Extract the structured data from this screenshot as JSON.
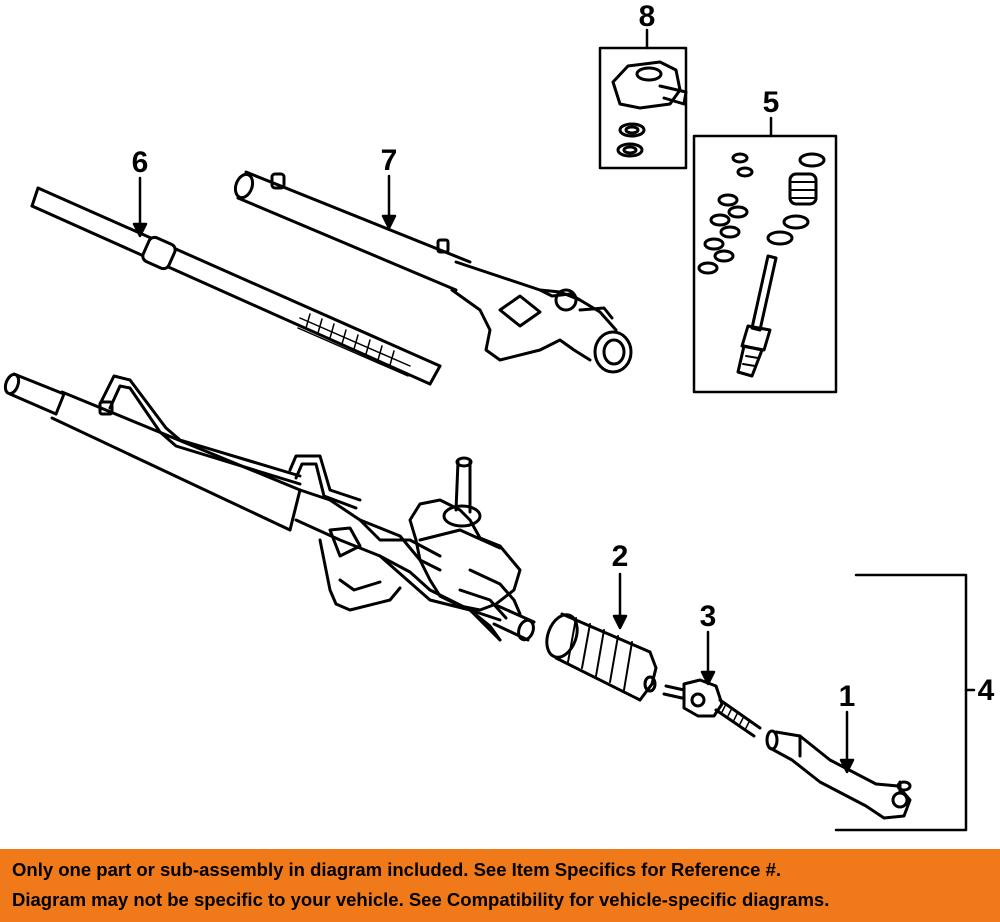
{
  "callouts": {
    "c1": "1",
    "c2": "2",
    "c3": "3",
    "c4": "4",
    "c5": "5",
    "c6": "6",
    "c7": "7",
    "c8": "8"
  },
  "banner": {
    "line1": "Only one part or sub-assembly in diagram included. See Item Specifics for Reference #.",
    "line2": "Diagram may not be specific to your vehicle. See Compatibility for vehicle-specific diagrams."
  },
  "colors": {
    "banner_bg": "#f07a1a",
    "line": "#000000",
    "background": "#ffffff"
  }
}
